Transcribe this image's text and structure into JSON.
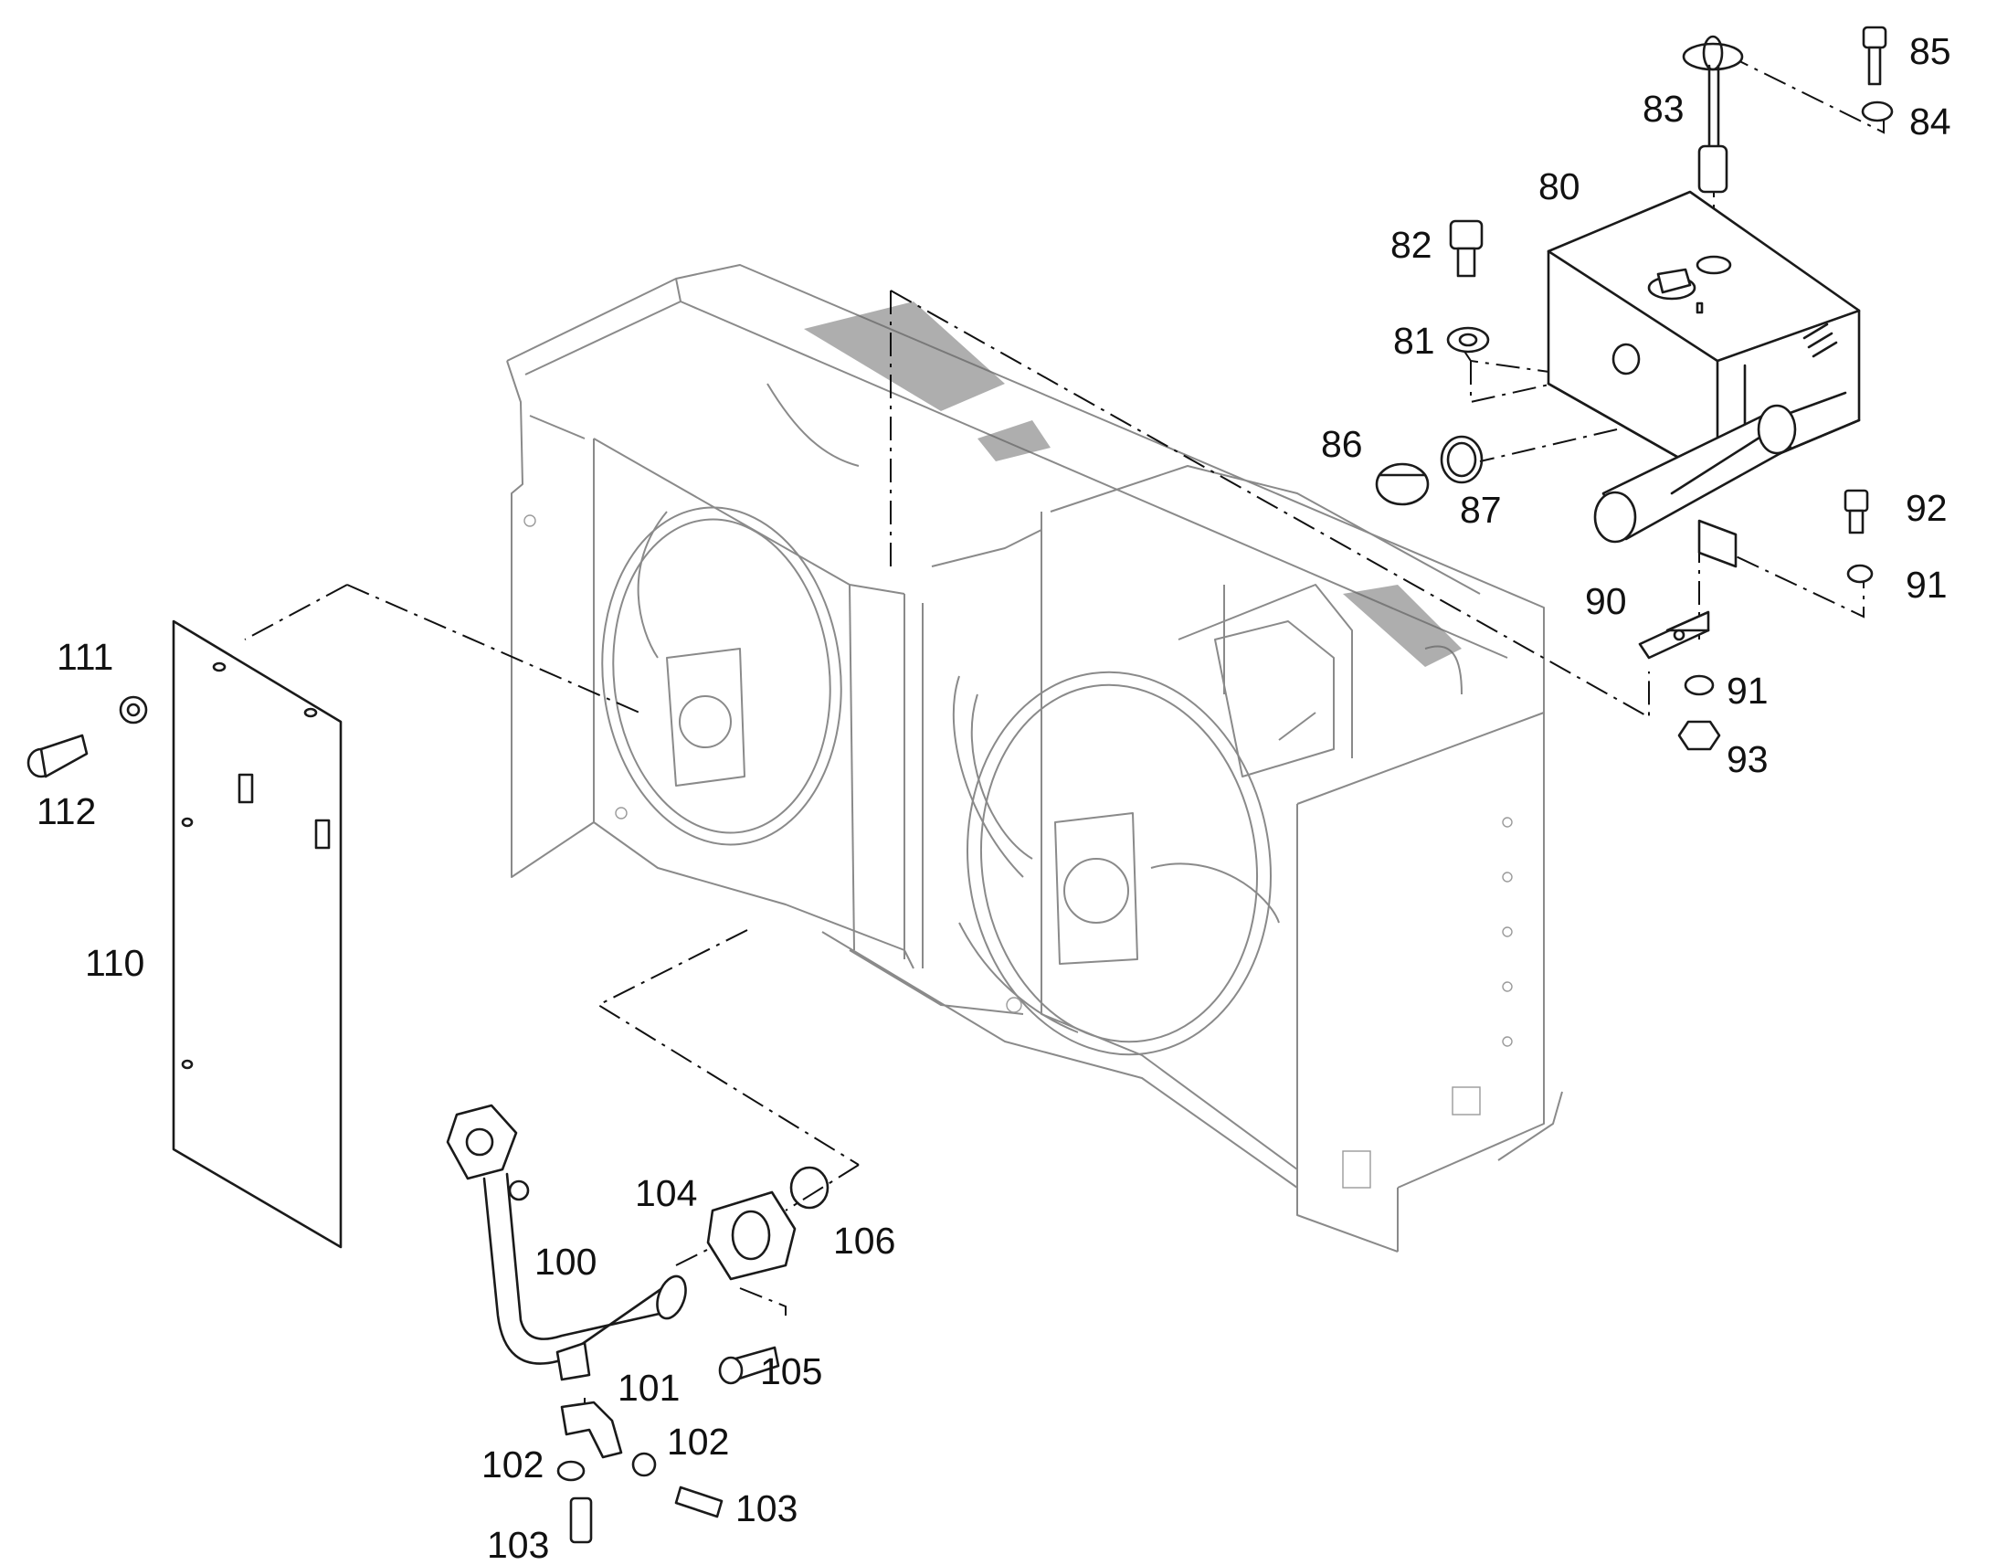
{
  "callouts": {
    "c80": "80",
    "c81": "81",
    "c82": "82",
    "c83": "83",
    "c84": "84",
    "c85": "85",
    "c86": "86",
    "c87": "87",
    "c90": "90",
    "c91a": "91",
    "c91b": "91",
    "c92": "92",
    "c93": "93",
    "c100": "100",
    "c101": "101",
    "c102a": "102",
    "c102b": "102",
    "c103a": "103",
    "c103b": "103",
    "c104": "104",
    "c105": "105",
    "c106": "106",
    "c110": "110",
    "c111": "111",
    "c112": "112"
  }
}
